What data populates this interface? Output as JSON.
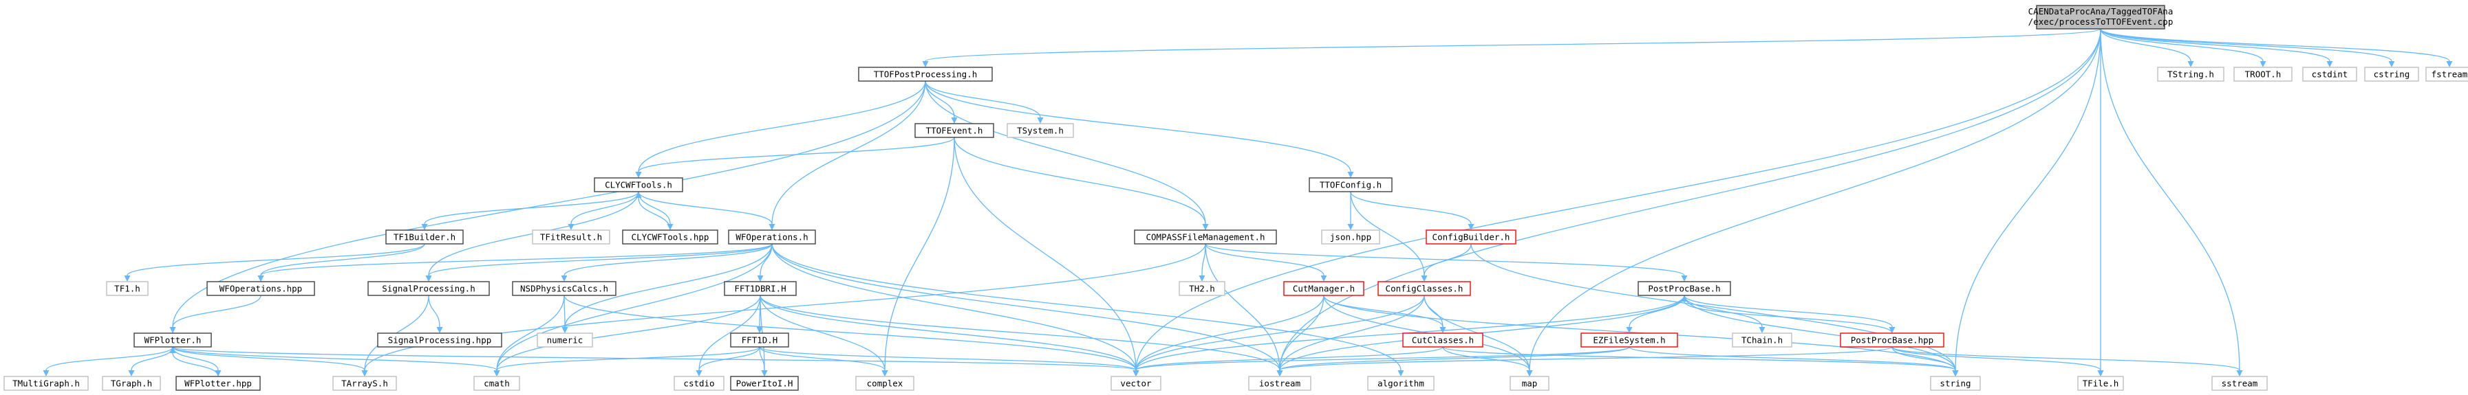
{
  "colors": {
    "root_fill": "#bfbfbf",
    "node_border": "#404040",
    "system_border": "#bfbfbf",
    "red_border": "#ff0000",
    "edge_blue": "#63b8ff",
    "edge_dark": "#404040",
    "node_fill": "#ffffff"
  },
  "nodes": [
    {
      "id": "root",
      "lines": [
        "CAENDataProcAna/TaggedTOFAna",
        "/exec/processToTTOFEvent.cpp"
      ],
      "style": "root"
    },
    {
      "id": "TTOFPostProcessing",
      "lines": [
        "TTOFPostProcessing.h"
      ],
      "style": "normal"
    },
    {
      "id": "TTOFEvent",
      "lines": [
        "TTOFEvent.h"
      ],
      "style": "normal"
    },
    {
      "id": "TSystem",
      "lines": [
        "TSystem.h"
      ],
      "style": "system"
    },
    {
      "id": "TTOFConfig",
      "lines": [
        "TTOFConfig.h"
      ],
      "style": "normal"
    },
    {
      "id": "TString",
      "lines": [
        "TString.h"
      ],
      "style": "system"
    },
    {
      "id": "TROOT",
      "lines": [
        "TROOT.h"
      ],
      "style": "system"
    },
    {
      "id": "cstdint",
      "lines": [
        "cstdint"
      ],
      "style": "system"
    },
    {
      "id": "cstring",
      "lines": [
        "cstring"
      ],
      "style": "system"
    },
    {
      "id": "fstream",
      "lines": [
        "fstream"
      ],
      "style": "system"
    },
    {
      "id": "CLYCWFTools_h",
      "lines": [
        "CLYCWFTools.h"
      ],
      "style": "normal"
    },
    {
      "id": "TF1Builder",
      "lines": [
        "TF1Builder.h"
      ],
      "style": "normal"
    },
    {
      "id": "TFitResult",
      "lines": [
        "TFitResult.h"
      ],
      "style": "system"
    },
    {
      "id": "CLYCWFTools_hpp",
      "lines": [
        "CLYCWFTools.hpp"
      ],
      "style": "normal"
    },
    {
      "id": "WFOperations_h",
      "lines": [
        "WFOperations.h"
      ],
      "style": "normal"
    },
    {
      "id": "COMPASS",
      "lines": [
        "COMPASSFileManagement.h"
      ],
      "style": "normal"
    },
    {
      "id": "json",
      "lines": [
        "json.hpp"
      ],
      "style": "system"
    },
    {
      "id": "ConfigBuilder",
      "lines": [
        "ConfigBuilder.h"
      ],
      "style": "red"
    },
    {
      "id": "TF1",
      "lines": [
        "TF1.h"
      ],
      "style": "system"
    },
    {
      "id": "WFOperations_hpp",
      "lines": [
        "WFOperations.hpp"
      ],
      "style": "normal"
    },
    {
      "id": "SignalProcessing_h",
      "lines": [
        "SignalProcessing.h"
      ],
      "style": "normal"
    },
    {
      "id": "NSDPhysicsCalcs",
      "lines": [
        "NSDPhysicsCalcs.h"
      ],
      "style": "normal"
    },
    {
      "id": "FFT1DBRI",
      "lines": [
        "FFT1DBRI.H"
      ],
      "style": "normal"
    },
    {
      "id": "TH2",
      "lines": [
        "TH2.h"
      ],
      "style": "system"
    },
    {
      "id": "CutManager",
      "lines": [
        "CutManager.h"
      ],
      "style": "red"
    },
    {
      "id": "ConfigClasses",
      "lines": [
        "ConfigClasses.h"
      ],
      "style": "red"
    },
    {
      "id": "PostProcBase_h",
      "lines": [
        "PostProcBase.h"
      ],
      "style": "normal"
    },
    {
      "id": "WFPlotter_h",
      "lines": [
        "WFPlotter.h"
      ],
      "style": "normal"
    },
    {
      "id": "SignalProcessing_hpp",
      "lines": [
        "SignalProcessing.hpp"
      ],
      "style": "normal"
    },
    {
      "id": "numeric",
      "lines": [
        "numeric"
      ],
      "style": "system"
    },
    {
      "id": "FFT1D",
      "lines": [
        "FFT1D.H"
      ],
      "style": "normal"
    },
    {
      "id": "CutClasses",
      "lines": [
        "CutClasses.h"
      ],
      "style": "red"
    },
    {
      "id": "EZFileSystem",
      "lines": [
        "EZFileSystem.h"
      ],
      "style": "red"
    },
    {
      "id": "TChain",
      "lines": [
        "TChain.h"
      ],
      "style": "system"
    },
    {
      "id": "PostProcBase_hpp",
      "lines": [
        "PostProcBase.hpp"
      ],
      "style": "red"
    },
    {
      "id": "TMultiGraph",
      "lines": [
        "TMultiGraph.h"
      ],
      "style": "system"
    },
    {
      "id": "TGraph",
      "lines": [
        "TGraph.h"
      ],
      "style": "system"
    },
    {
      "id": "WFPlotter_hpp",
      "lines": [
        "WFPlotter.hpp"
      ],
      "style": "normal"
    },
    {
      "id": "TArrayS",
      "lines": [
        "TArrayS.h"
      ],
      "style": "system"
    },
    {
      "id": "cmath",
      "lines": [
        "cmath"
      ],
      "style": "system"
    },
    {
      "id": "cstdio",
      "lines": [
        "cstdio"
      ],
      "style": "system"
    },
    {
      "id": "PowerItoI",
      "lines": [
        "PowerItoI.H"
      ],
      "style": "normal"
    },
    {
      "id": "complex",
      "lines": [
        "complex"
      ],
      "style": "system"
    },
    {
      "id": "vector",
      "lines": [
        "vector"
      ],
      "style": "system"
    },
    {
      "id": "iostream",
      "lines": [
        "iostream"
      ],
      "style": "system"
    },
    {
      "id": "algorithm",
      "lines": [
        "algorithm"
      ],
      "style": "system"
    },
    {
      "id": "map",
      "lines": [
        "map"
      ],
      "style": "system"
    },
    {
      "id": "string",
      "lines": [
        "string"
      ],
      "style": "system"
    },
    {
      "id": "TFile",
      "lines": [
        "TFile.h"
      ],
      "style": "system"
    },
    {
      "id": "sstream",
      "lines": [
        "sstream"
      ],
      "style": "system"
    }
  ],
  "edges": [
    [
      "root",
      "TTOFPostProcessing"
    ],
    [
      "root",
      "vector"
    ],
    [
      "root",
      "iostream"
    ],
    [
      "root",
      "map"
    ],
    [
      "root",
      "string"
    ],
    [
      "root",
      "TString"
    ],
    [
      "root",
      "TROOT"
    ],
    [
      "root",
      "cstdint"
    ],
    [
      "root",
      "cstring"
    ],
    [
      "root",
      "fstream"
    ],
    [
      "root",
      "TFile"
    ],
    [
      "root",
      "sstream"
    ],
    [
      "TTOFPostProcessing",
      "TTOFEvent"
    ],
    [
      "TTOFPostProcessing",
      "TSystem"
    ],
    [
      "TTOFPostProcessing",
      "TTOFConfig"
    ],
    [
      "TTOFPostProcessing",
      "CLYCWFTools_h"
    ],
    [
      "TTOFPostProcessing",
      "WFOperations_h"
    ],
    [
      "TTOFPostProcessing",
      "COMPASS"
    ],
    [
      "TTOFPostProcessing",
      "WFPlotter_h"
    ],
    [
      "TTOFEvent",
      "CLYCWFTools_h"
    ],
    [
      "TTOFEvent",
      "COMPASS"
    ],
    [
      "TTOFEvent",
      "vector"
    ],
    [
      "TTOFEvent",
      "complex"
    ],
    [
      "CLYCWFTools_h",
      "TF1Builder"
    ],
    [
      "CLYCWFTools_h",
      "TFitResult"
    ],
    [
      "CLYCWFTools_h",
      "CLYCWFTools_hpp"
    ],
    [
      "CLYCWFTools_h",
      "WFOperations_h"
    ],
    [
      "CLYCWFTools_h",
      "SignalProcessing_h"
    ],
    [
      "CLYCWFTools_hpp",
      "CLYCWFTools_h"
    ],
    [
      "TF1Builder",
      "TF1"
    ],
    [
      "TF1Builder",
      "WFOperations_hpp"
    ],
    [
      "WFOperations_h",
      "WFOperations_hpp"
    ],
    [
      "WFOperations_h",
      "SignalProcessing_h"
    ],
    [
      "WFOperations_h",
      "NSDPhysicsCalcs"
    ],
    [
      "WFOperations_h",
      "FFT1DBRI"
    ],
    [
      "WFOperations_h",
      "numeric"
    ],
    [
      "WFOperations_h",
      "cmath"
    ],
    [
      "WFOperations_h",
      "vector"
    ],
    [
      "WFOperations_h",
      "iostream"
    ],
    [
      "WFOperations_h",
      "algorithm"
    ],
    [
      "TTOFConfig",
      "json"
    ],
    [
      "TTOFConfig",
      "ConfigBuilder"
    ],
    [
      "TTOFConfig",
      "ConfigClasses"
    ],
    [
      "ConfigBuilder",
      "ConfigClasses"
    ],
    [
      "ConfigBuilder",
      "string"
    ],
    [
      "COMPASS",
      "TH2"
    ],
    [
      "COMPASS",
      "CutManager"
    ],
    [
      "COMPASS",
      "PostProcBase_h"
    ],
    [
      "COMPASS",
      "iostream"
    ],
    [
      "COMPASS",
      "TArrayS"
    ],
    [
      "WFOperations_hpp",
      "WFPlotter_h"
    ],
    [
      "SignalProcessing_h",
      "SignalProcessing_hpp"
    ],
    [
      "SignalProcessing_h",
      "TArrayS"
    ],
    [
      "NSDPhysicsCalcs",
      "numeric"
    ],
    [
      "NSDPhysicsCalcs",
      "cmath"
    ],
    [
      "NSDPhysicsCalcs",
      "vector"
    ],
    [
      "FFT1DBRI",
      "FFT1D"
    ],
    [
      "FFT1DBRI",
      "complex"
    ],
    [
      "FFT1DBRI",
      "cmath"
    ],
    [
      "FFT1DBRI",
      "vector"
    ],
    [
      "FFT1DBRI",
      "iostream"
    ],
    [
      "FFT1DBRI",
      "cstdio"
    ],
    [
      "FFT1DBRI",
      "PowerItoI"
    ],
    [
      "FFT1D",
      "PowerItoI"
    ],
    [
      "FFT1D",
      "complex"
    ],
    [
      "FFT1D",
      "cmath"
    ],
    [
      "FFT1D",
      "vector"
    ],
    [
      "FFT1D",
      "cstdio"
    ],
    [
      "CutManager",
      "CutClasses"
    ],
    [
      "CutManager",
      "vector"
    ],
    [
      "CutManager",
      "iostream"
    ],
    [
      "CutManager",
      "map"
    ],
    [
      "CutManager",
      "string"
    ],
    [
      "ConfigClasses",
      "CutClasses"
    ],
    [
      "ConfigClasses",
      "vector"
    ],
    [
      "ConfigClasses",
      "iostream"
    ],
    [
      "ConfigClasses",
      "map"
    ],
    [
      "CutClasses",
      "vector"
    ],
    [
      "CutClasses",
      "map"
    ],
    [
      "CutClasses",
      "string"
    ],
    [
      "PostProcBase_h",
      "EZFileSystem"
    ],
    [
      "PostProcBase_h",
      "TChain"
    ],
    [
      "PostProcBase_h",
      "PostProcBase_hpp"
    ],
    [
      "PostProcBase_h",
      "vector"
    ],
    [
      "PostProcBase_h",
      "iostream"
    ],
    [
      "PostProcBase_h",
      "string"
    ],
    [
      "PostProcBase_hpp",
      "PostProcBase_h"
    ],
    [
      "PostProcBase_hpp",
      "TFile"
    ],
    [
      "PostProcBase_hpp",
      "sstream"
    ],
    [
      "PostProcBase_hpp",
      "iostream"
    ],
    [
      "PostProcBase_hpp",
      "string"
    ],
    [
      "EZFileSystem",
      "vector"
    ],
    [
      "EZFileSystem",
      "iostream"
    ],
    [
      "EZFileSystem",
      "string"
    ],
    [
      "WFPlotter_h",
      "TMultiGraph"
    ],
    [
      "WFPlotter_h",
      "TGraph"
    ],
    [
      "WFPlotter_h",
      "WFPlotter_hpp"
    ],
    [
      "WFPlotter_h",
      "TArrayS"
    ],
    [
      "WFPlotter_h",
      "cmath"
    ],
    [
      "WFPlotter_h",
      "vector"
    ],
    [
      "WFPlotter_hpp",
      "WFPlotter_h"
    ]
  ]
}
